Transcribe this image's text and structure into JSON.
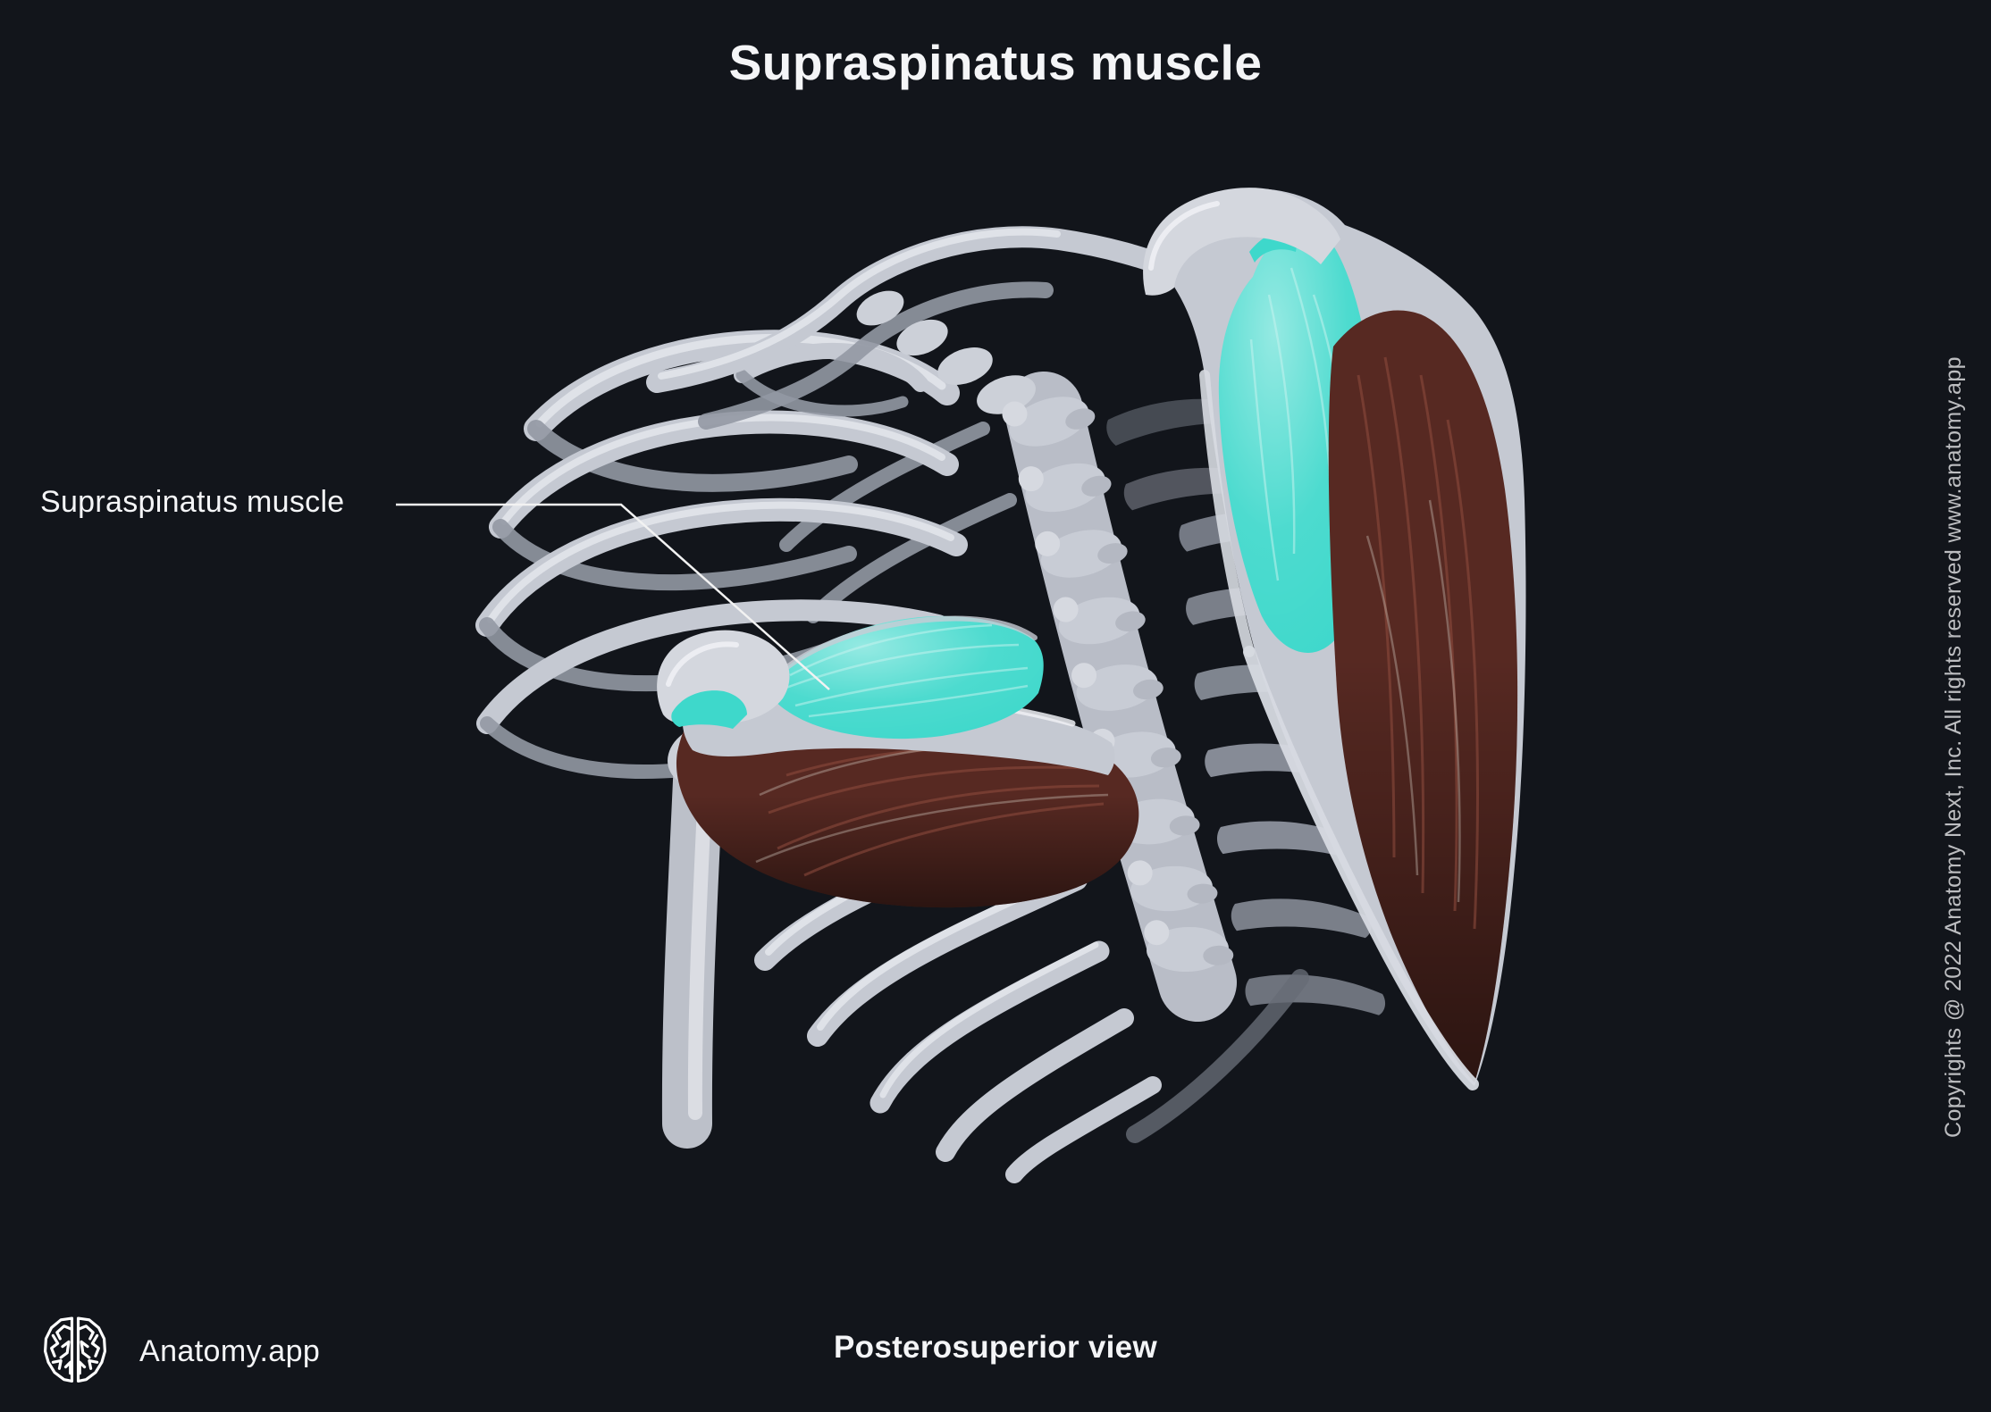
{
  "page": {
    "title": "Supraspinatus muscle",
    "view_caption": "Posterosuperior view",
    "copyright": "Copyrights @ 2022 Anatomy Next, Inc. All rights reserved www.anatomy.app"
  },
  "annotation": {
    "label": "Supraspinatus muscle"
  },
  "brand": {
    "name": "Anatomy.app",
    "logo_icon": "brain-icon"
  },
  "illustration": {
    "highlighted_muscle": "Supraspinatus muscle"
  },
  "colors": {
    "background": "#12151b",
    "text_primary": "#f4f5f7",
    "text_muted": "#bcbdc0",
    "highlight": "#3ed8cb",
    "muscle": "#572922",
    "bone": "#c5c9d2",
    "leader_line": "#f2f2f2"
  }
}
